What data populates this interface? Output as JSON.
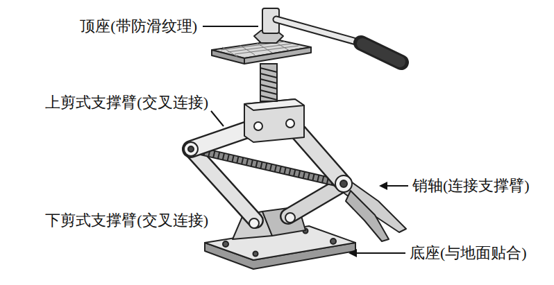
{
  "diagram": {
    "labels": [
      "顶座(带防滑纹理)",
      "上剪式支撑臂(交叉连接)",
      "销轴(连接支撑臂)",
      "下剪式支撑臂(交叉连接)",
      "底座(与地面贴合)"
    ]
  }
}
